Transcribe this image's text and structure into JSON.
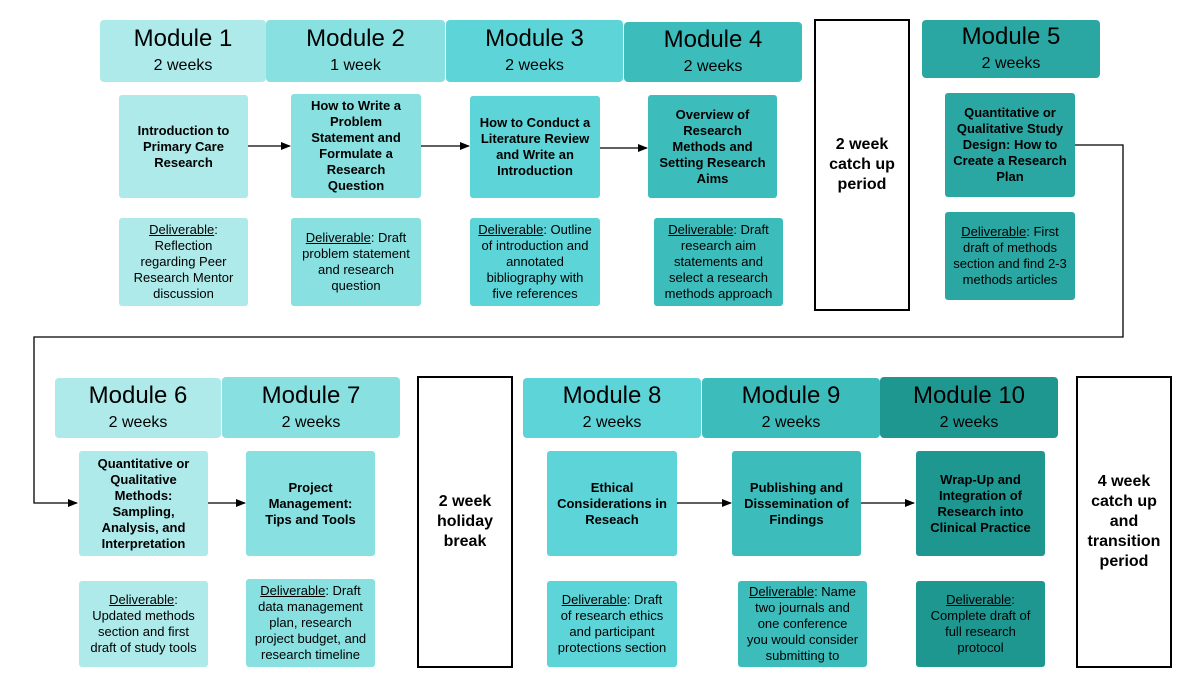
{
  "row1": {
    "modules": [
      {
        "title": "Module 1",
        "duration": "2 weeks",
        "topic": "Introduction to Primary Care Research",
        "deliverable_label": "Deliverable",
        "deliverable_text": ": Reflection regarding Peer Research Mentor discussion"
      },
      {
        "title": "Module 2",
        "duration": "1 week",
        "topic": "How to Write a Problem Statement and Formulate a Research Question",
        "deliverable_label": "Deliverable",
        "deliverable_text": ": Draft problem statement and research question"
      },
      {
        "title": "Module 3",
        "duration": "2 weeks",
        "topic": "How to Conduct a Literature Review and Write an Introduction",
        "deliverable_label": "Deliverable",
        "deliverable_text": ": Outline of introduction and annotated bibliography with five references"
      },
      {
        "title": "Module 4",
        "duration": "2 weeks",
        "topic": "Overview of Research Methods and Setting Research Aims",
        "deliverable_label": "Deliverable",
        "deliverable_text": ": Draft research aim statements and select a research methods approach"
      },
      {
        "title": "Module 5",
        "duration": "2 weeks",
        "topic": "Quantitative or Qualitative Study Design: How to Create a Research Plan",
        "deliverable_label": "Deliverable",
        "deliverable_text": ": First draft of methods section and find 2-3 methods articles"
      }
    ],
    "period": "2 week catch up period"
  },
  "row2": {
    "modules": [
      {
        "title": "Module 6",
        "duration": "2 weeks",
        "topic": "Quantitative or Qualitative Methods: Sampling, Analysis, and Interpretation",
        "deliverable_label": "Deliverable",
        "deliverable_text": ": Updated methods section and first draft of study tools"
      },
      {
        "title": "Module 7",
        "duration": "2 weeks",
        "topic": "Project Management: Tips and Tools",
        "deliverable_label": "Deliverable",
        "deliverable_text": ": Draft data management plan, research project budget, and research timeline"
      },
      {
        "title": "Module 8",
        "duration": "2 weeks",
        "topic": "Ethical Considerations in Reseach",
        "deliverable_label": "Deliverable",
        "deliverable_text": ": Draft of research ethics and participant protections section"
      },
      {
        "title": "Module 9",
        "duration": "2 weeks",
        "topic": "Publishing and Dissemination of Findings",
        "deliverable_label": "Deliverable",
        "deliverable_text": ": Name two journals and one conference you would consider submitting to"
      },
      {
        "title": "Module 10",
        "duration": "2 weeks",
        "topic": "Wrap-Up and Integration of Research into Clinical Practice",
        "deliverable_label": "Deliverable",
        "deliverable_text": ": Complete draft of full research protocol"
      }
    ],
    "break": "2 week holiday break",
    "final_period": "4 week catch up and transition period"
  },
  "colors": {
    "shade1": "#aeeaea",
    "shade2": "#88e0e0",
    "shade3": "#5cd4d8",
    "shade4": "#3dbcbc",
    "shade5": "#2ba7a3",
    "shade6": "#1f9791",
    "connector": "#000000"
  }
}
